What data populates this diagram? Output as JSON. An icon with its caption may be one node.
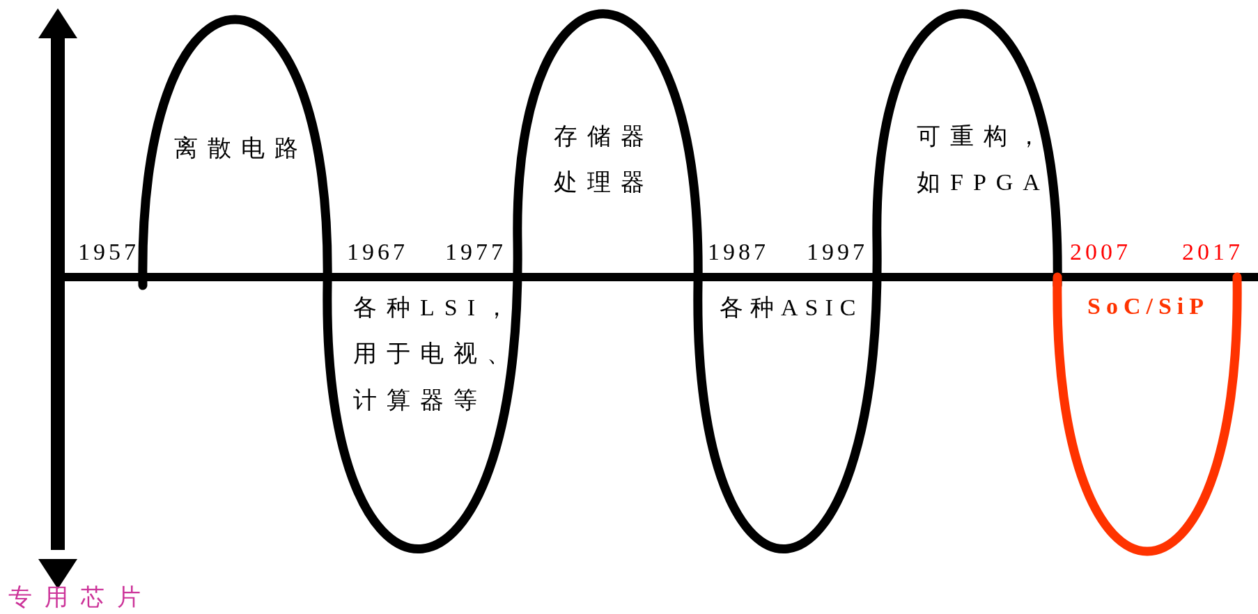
{
  "diagram": {
    "labels": [
      "离散电路",
      "存储器处理器",
      "可重构，如FPGA",
      "1957",
      "1967",
      "1977",
      "1987",
      "1997",
      "2007",
      "2017",
      "各种LSI，用于电视、计算器等",
      "各种ASIC",
      "SoC/SiP",
      "专用芯片"
    ]
  }
}
